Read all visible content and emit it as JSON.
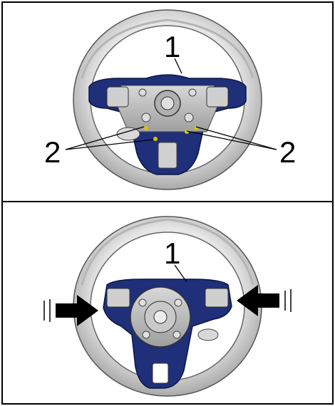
{
  "panels": [
    {
      "id": "top",
      "callouts": {
        "c1": "1",
        "c2_left": "2",
        "c2_right": "2"
      }
    },
    {
      "id": "bottom",
      "callouts": {
        "c1": "1"
      }
    }
  ],
  "colors": {
    "frame": "#000000",
    "wheel_rim": "#d9d9d9",
    "wheel_rim_dark": "#8c8c8c",
    "trim_blue": "#1f2f7a",
    "hub_gray": "#bcbcbc",
    "arrow": "#000000"
  },
  "icons": [
    "steering-wheel-diagram",
    "arrow-right-icon",
    "arrow-left-icon"
  ]
}
